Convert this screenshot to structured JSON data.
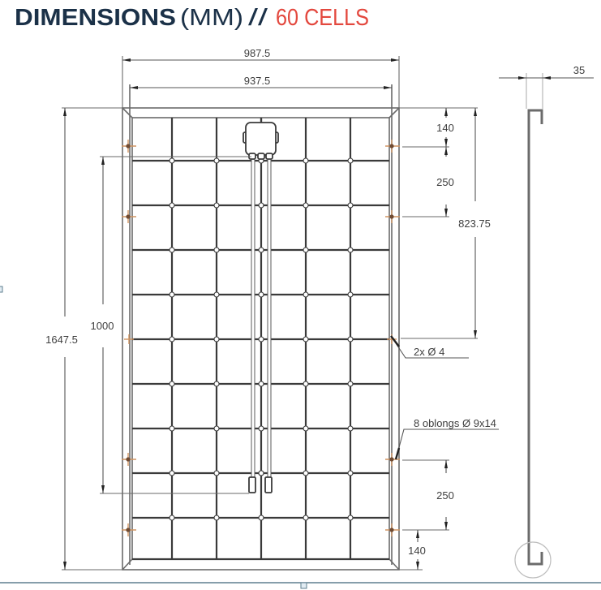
{
  "title": {
    "bold": "DIMENSIONS",
    "unit": "(MM)",
    "separator": "//",
    "cells": "60 CELLS",
    "colors": {
      "navy": "#1b3148",
      "red": "#e3483e"
    }
  },
  "front_view": {
    "width_outer": "987.5",
    "width_holes": "937.5",
    "height_total": "1647.5",
    "cable_length": "1000",
    "columns": 6,
    "rows": 10
  },
  "right_dims": {
    "top_edge_to_hole": "140",
    "hole_spacing_top": "250",
    "top_edge_to_center_hole": "823.75",
    "center_holes": "2x Ø 4",
    "oblongs": "8 oblongs Ø 9x14",
    "hole_spacing_bottom": "250",
    "bottom_edge_to_hole": "140"
  },
  "side_profile": {
    "frame_depth": "35"
  },
  "colors": {
    "hole_marker": "#cf9461",
    "line": "#3a3a3a"
  }
}
